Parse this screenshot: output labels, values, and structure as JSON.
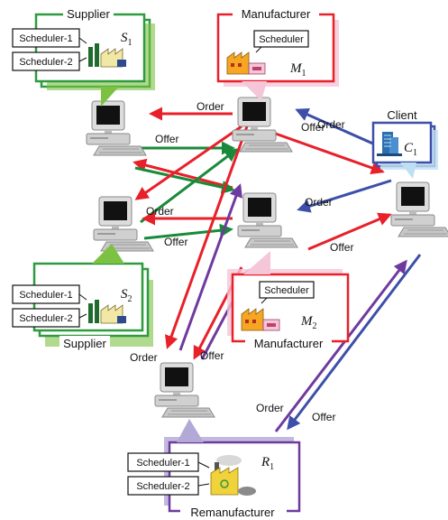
{
  "colors": {
    "order": "#e8202a",
    "offer": "#1a8a3a",
    "client_flow": "#3d4fa8",
    "remanufacturer_flow": "#6f3a9e",
    "supplier": "#2f9a3f",
    "manufacturer": "#e8202a",
    "client": "#3d4fa8",
    "remanufacturer": "#6f3a9e",
    "supplier_bubble": "#7cc242",
    "manufacturer_bubble": "#f4c6d8",
    "client_bubble": "#bfe0f2",
    "remanufacturer_bubble": "#b3a9d6"
  },
  "entities": {
    "supplier_1": {
      "title": "Supplier",
      "symbol": "S",
      "subscript": "1",
      "schedulers": [
        "Scheduler-1",
        "Scheduler-2"
      ],
      "icon": "factory-icon"
    },
    "supplier_2": {
      "title": "Supplier",
      "symbol": "S",
      "subscript": "2",
      "schedulers": [
        "Scheduler-1",
        "Scheduler-2"
      ],
      "icon": "factory-icon"
    },
    "manufacturer_1": {
      "title": "Manufacturer",
      "symbol": "M",
      "subscript": "1",
      "scheduler": "Scheduler",
      "icon": "factory-icon"
    },
    "manufacturer_2": {
      "title": "Manufacturer",
      "symbol": "M",
      "subscript": "2",
      "scheduler": "Scheduler",
      "icon": "factory-icon"
    },
    "client_1": {
      "title": "Client",
      "symbol": "C",
      "subscript": "1",
      "icon": "office-building-icon"
    },
    "remanufacturer_1": {
      "title": "Remanufacturer",
      "symbol": "R",
      "subscript": "1",
      "schedulers": [
        "Scheduler-1",
        "Scheduler-2"
      ],
      "icon": "recycling-factory-icon"
    }
  },
  "flow_labels": {
    "order": "Order",
    "offer": "Offer"
  }
}
